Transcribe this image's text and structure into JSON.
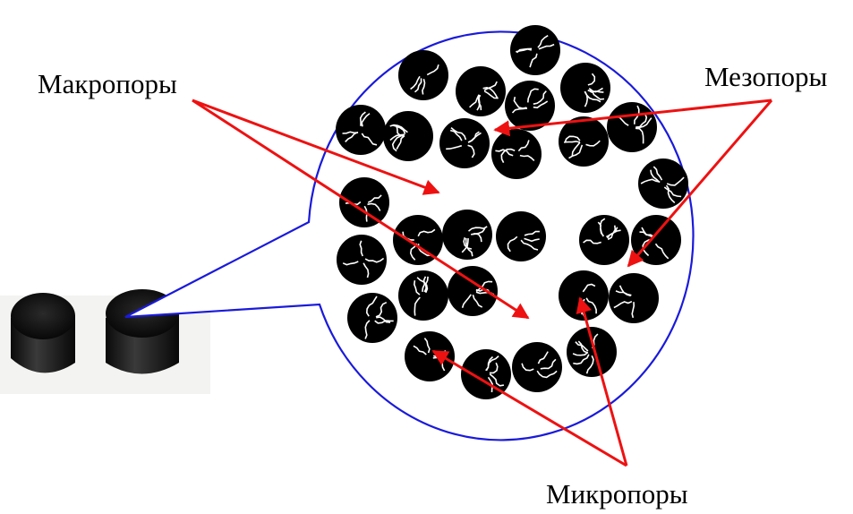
{
  "labels": {
    "macropores": "Макропоры",
    "mesopores": "Мезопоры",
    "micropores": "Микропоры"
  },
  "colors": {
    "outline": "#1a1adb",
    "arrow": "#ee1111",
    "granule": "#000000",
    "crack": "#ffffff",
    "photo_background": "#f3f3f1"
  },
  "icons": {
    "granule": "porous-granule-icon",
    "sample": "carbon-pellet-photo"
  }
}
